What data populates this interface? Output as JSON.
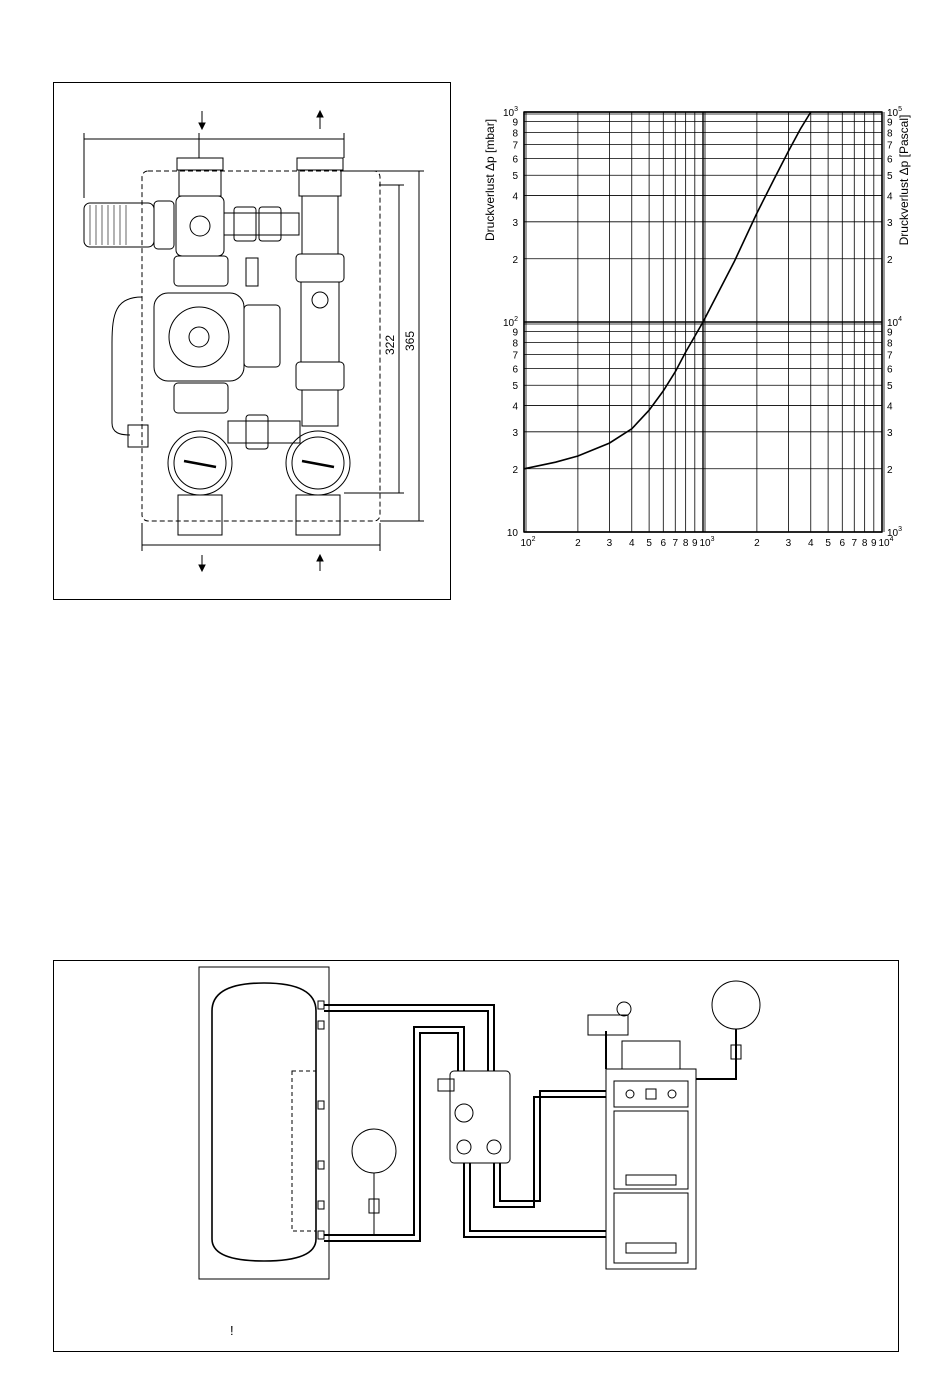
{
  "drawing": {
    "dim_322": "322",
    "dim_365": "365"
  },
  "chart_data": {
    "type": "line",
    "x_scale": "log",
    "y_scale": "log",
    "xlim": [
      100,
      10000
    ],
    "ylim": [
      10,
      1000
    ],
    "y2lim": [
      1000,
      100000
    ],
    "grid": true,
    "ylabel": "Druckverlust Δp [mbar]",
    "y2label": "Druckverlust Δp [Pascal]",
    "x_ticks": [
      {
        "v": 100,
        "t": "10",
        "sup": "2"
      },
      {
        "v": 200,
        "t": "2"
      },
      {
        "v": 300,
        "t": "3"
      },
      {
        "v": 400,
        "t": "4"
      },
      {
        "v": 500,
        "t": "5"
      },
      {
        "v": 600,
        "t": "6"
      },
      {
        "v": 700,
        "t": "7"
      },
      {
        "v": 800,
        "t": "8"
      },
      {
        "v": 900,
        "t": "9"
      },
      {
        "v": 1000,
        "t": "10",
        "sup": "3"
      },
      {
        "v": 2000,
        "t": "2"
      },
      {
        "v": 3000,
        "t": "3"
      },
      {
        "v": 4000,
        "t": "4"
      },
      {
        "v": 5000,
        "t": "5"
      },
      {
        "v": 6000,
        "t": "6"
      },
      {
        "v": 7000,
        "t": "7"
      },
      {
        "v": 8000,
        "t": "8"
      },
      {
        "v": 9000,
        "t": "9"
      },
      {
        "v": 10000,
        "t": "10",
        "sup": "4"
      }
    ],
    "y_ticks": [
      {
        "v": 10,
        "t": "10"
      },
      {
        "v": 20,
        "t": "2"
      },
      {
        "v": 30,
        "t": "3"
      },
      {
        "v": 40,
        "t": "4"
      },
      {
        "v": 50,
        "t": "5"
      },
      {
        "v": 60,
        "t": "6"
      },
      {
        "v": 70,
        "t": "7"
      },
      {
        "v": 80,
        "t": "8"
      },
      {
        "v": 90,
        "t": "9"
      },
      {
        "v": 100,
        "t": "10",
        "sup": "2"
      },
      {
        "v": 200,
        "t": "2"
      },
      {
        "v": 300,
        "t": "3"
      },
      {
        "v": 400,
        "t": "4"
      },
      {
        "v": 500,
        "t": "5"
      },
      {
        "v": 600,
        "t": "6"
      },
      {
        "v": 700,
        "t": "7"
      },
      {
        "v": 800,
        "t": "8"
      },
      {
        "v": 900,
        "t": "9"
      },
      {
        "v": 1000,
        "t": "10",
        "sup": "3"
      }
    ],
    "y2_ticks": [
      {
        "v": 10,
        "t": "10",
        "sup": "3"
      },
      {
        "v": 20,
        "t": "2"
      },
      {
        "v": 30,
        "t": "3"
      },
      {
        "v": 40,
        "t": "4"
      },
      {
        "v": 50,
        "t": "5"
      },
      {
        "v": 60,
        "t": "6"
      },
      {
        "v": 70,
        "t": "7"
      },
      {
        "v": 80,
        "t": "8"
      },
      {
        "v": 90,
        "t": "9"
      },
      {
        "v": 100,
        "t": "10",
        "sup": "4"
      },
      {
        "v": 200,
        "t": "2"
      },
      {
        "v": 300,
        "t": "3"
      },
      {
        "v": 400,
        "t": "4"
      },
      {
        "v": 500,
        "t": "5"
      },
      {
        "v": 600,
        "t": "6"
      },
      {
        "v": 700,
        "t": "7"
      },
      {
        "v": 800,
        "t": "8"
      },
      {
        "v": 900,
        "t": "9"
      },
      {
        "v": 1000,
        "t": "10",
        "sup": "5"
      }
    ],
    "series": [
      {
        "x": [
          100,
          150,
          200,
          300,
          400,
          500,
          600,
          700,
          800,
          1000,
          1500,
          2000,
          2500,
          3000,
          3500,
          4000
        ],
        "y": [
          20,
          21.5,
          23,
          26.5,
          31,
          38,
          47,
          58,
          72,
          100,
          195,
          330,
          480,
          650,
          830,
          1000
        ]
      }
    ]
  },
  "system": {
    "note": "!"
  }
}
